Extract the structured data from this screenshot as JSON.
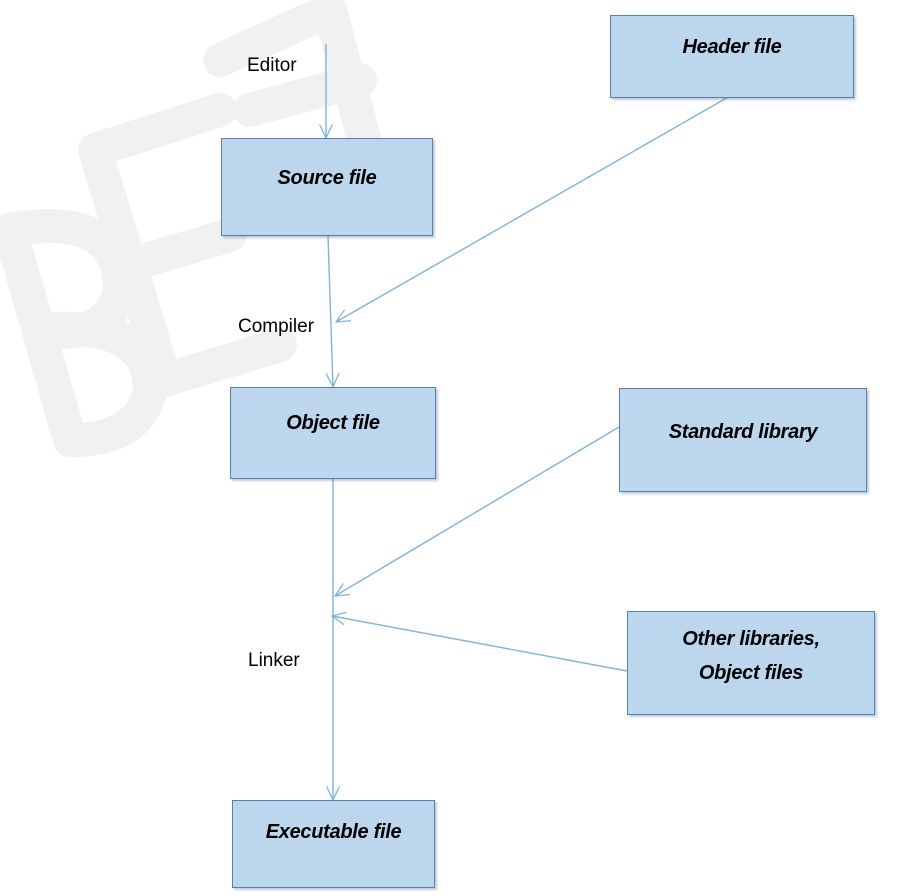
{
  "boxes": {
    "source_file": "Source file",
    "header_file": "Header file",
    "object_file": "Object file",
    "standard_library": "Standard library",
    "other_libraries": "Other libraries, Object files",
    "executable_file": "Executable file"
  },
  "labels": {
    "editor": "Editor",
    "compiler": "Compiler",
    "linker": "Linker"
  },
  "colors": {
    "box_fill": "#bcd6ee",
    "box_border": "#5b7fa8",
    "arrow": "#7fb4d9"
  }
}
